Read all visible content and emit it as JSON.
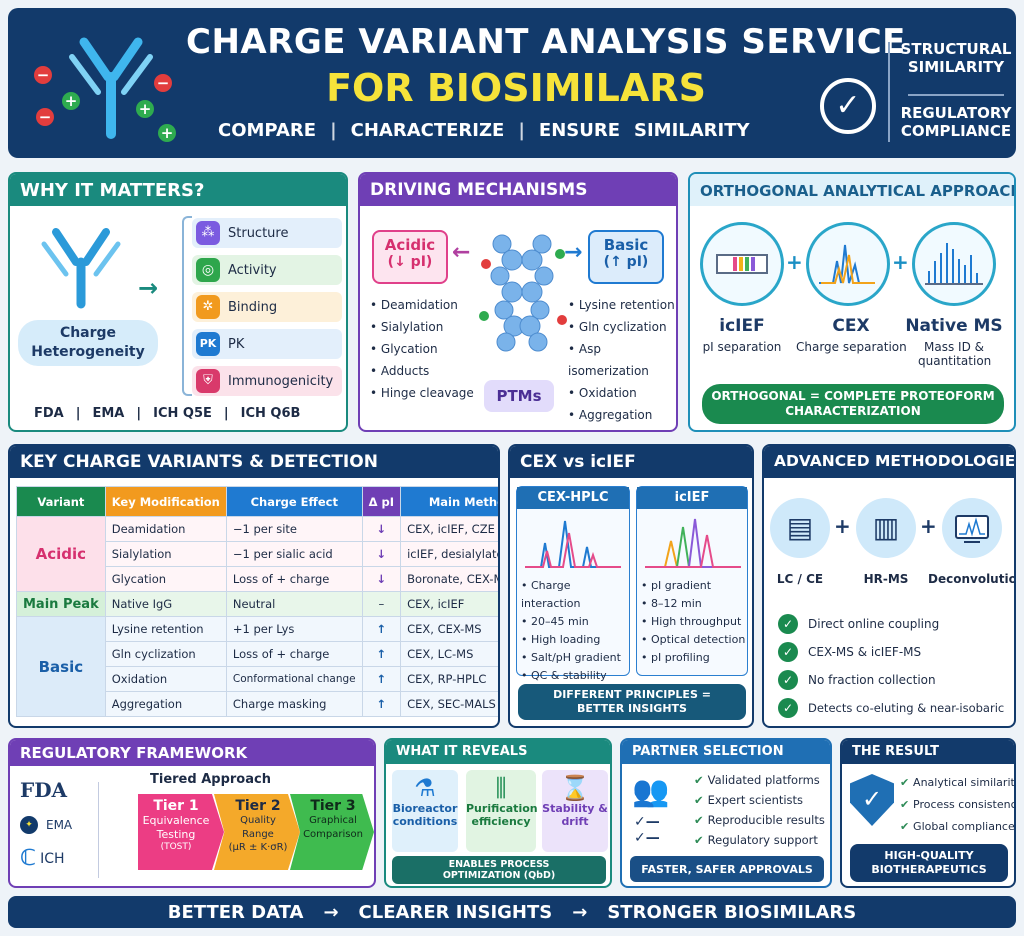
{
  "header": {
    "title_line1": "CHARGE VARIANT ANALYSIS SERVICE",
    "title_line2": "FOR BIOSIMILARS",
    "tagline": [
      "COMPARE",
      "CHARACTERIZE",
      "ENSURE",
      "SIMILARITY"
    ],
    "right_top": "STRUCTURAL SIMILARITY",
    "right_bottom": "REGULATORY COMPLIANCE"
  },
  "why": {
    "title": "WHY IT MATTERS?",
    "center_label": "Charge Heterogeneity",
    "items": [
      "Structure",
      "Activity",
      "Binding",
      "PK",
      "Immunogenicity"
    ],
    "pk_badge": "PK",
    "agencies": [
      "FDA",
      "EMA",
      "ICH Q5E",
      "ICH Q6B"
    ]
  },
  "mech": {
    "title": "DRIVING MECHANISMS",
    "acidic_label": "Acidic",
    "acidic_sub": "(↓ pI)",
    "basic_label": "Basic",
    "basic_sub": "(↑ pI)",
    "acidic_items": [
      "Deamidation",
      "Sialylation",
      "Glycation",
      "Adducts",
      "Hinge cleavage"
    ],
    "basic_items": [
      "Lysine retention",
      "Gln cyclization",
      "Asp isomerization",
      "Oxidation",
      "Aggregation"
    ],
    "center": "PTMs"
  },
  "ortho": {
    "title": "ORTHOGONAL ANALYTICAL APPROACH",
    "methods": [
      {
        "name": "icIEF",
        "desc": "pI separation"
      },
      {
        "name": "CEX",
        "desc": "Charge separation"
      },
      {
        "name": "Native MS",
        "desc": "Mass ID & quantitation"
      }
    ],
    "banner": "ORTHOGONAL = COMPLETE PROTEOFORM CHARACTERIZATION"
  },
  "variants": {
    "title": "KEY CHARGE VARIANTS & DETECTION",
    "headers": [
      "Variant",
      "Key Modification",
      "Charge Effect",
      "Δ pI",
      "Main Methods"
    ],
    "groups": [
      {
        "name": "Acidic",
        "rows": [
          [
            "Deamidation",
            "−1 per site",
            "↓",
            "CEX, icIEF, CZE"
          ],
          [
            "Sialylation",
            "−1 per sialic acid",
            "↓",
            "icIEF, desialylated-icIEF"
          ],
          [
            "Glycation",
            "Loss of + charge",
            "↓",
            "Boronate, CEX-MS"
          ]
        ]
      },
      {
        "name": "Main Peak",
        "rows": [
          [
            "Native IgG",
            "Neutral",
            "–",
            "CEX, icIEF"
          ]
        ]
      },
      {
        "name": "Basic",
        "rows": [
          [
            "Lysine retention",
            "+1 per Lys",
            "↑",
            "CEX, CEX-MS"
          ],
          [
            "Gln cyclization",
            "Loss of + charge",
            "↑",
            "CEX, LC-MS"
          ],
          [
            "Oxidation",
            "Conformational change",
            "↑",
            "CEX, RP-HPLC"
          ],
          [
            "Aggregation",
            "Charge masking",
            "↑",
            "CEX, SEC-MALS"
          ]
        ]
      }
    ]
  },
  "cexvs": {
    "title": "CEX vs icIEF",
    "left_title": "CEX-HPLC",
    "right_title": "icIEF",
    "left_items": [
      "Charge interaction",
      "20–45 min",
      "High loading",
      "Salt/pH gradient",
      "QC & stability"
    ],
    "right_items": [
      "pI gradient",
      "8–12 min",
      "High throughput",
      "Optical detection",
      "pI profiling"
    ],
    "banner": "DIFFERENT PRINCIPLES = BETTER INSIGHTS"
  },
  "adv": {
    "title": "ADVANCED METHODOLOGIES",
    "tools": [
      "LC / CE",
      "HR-MS",
      "Deconvolution"
    ],
    "items": [
      "Direct online coupling",
      "CEX-MS & icIEF-MS",
      "No fraction collection",
      "Detects co-eluting & near-isobaric"
    ]
  },
  "reg": {
    "title": "REGULATORY FRAMEWORK",
    "agencies": [
      "FDA",
      "EMA",
      "ICH"
    ],
    "tiered": "Tiered Approach",
    "tiers": [
      {
        "name": "Tier 1",
        "desc": "Equivalence Testing",
        "note": "(TOST)"
      },
      {
        "name": "Tier 2",
        "desc": "Quality Range",
        "note": "(μR ± K·σR)"
      },
      {
        "name": "Tier 3",
        "desc": "Graphical Comparison",
        "note": ""
      }
    ]
  },
  "reveals": {
    "title": "WHAT IT REVEALS",
    "items": [
      "Bioreactor conditions",
      "Purification efficiency",
      "Stability & drift"
    ],
    "banner": "ENABLES PROCESS OPTIMIZATION (QbD)"
  },
  "partner": {
    "title": "PARTNER SELECTION",
    "items": [
      "Validated platforms",
      "Expert scientists",
      "Reproducible results",
      "Regulatory support"
    ],
    "banner": "FASTER, SAFER APPROVALS"
  },
  "result": {
    "title": "THE RESULT",
    "items": [
      "Analytical similarity",
      "Process consistency",
      "Global compliance"
    ],
    "banner": "HIGH-QUALITY BIOTHERAPEUTICS"
  },
  "footer": {
    "items": [
      "BETTER DATA",
      "CLEARER INSIGHTS",
      "STRONGER BIOSIMILARS"
    ],
    "arrow": "→"
  },
  "colors": {
    "navy": "#123a6b",
    "teal": "#1a8a7e",
    "purple": "#6f3fb5",
    "blue": "#1f6fb4",
    "yellow": "#f6e33a"
  }
}
